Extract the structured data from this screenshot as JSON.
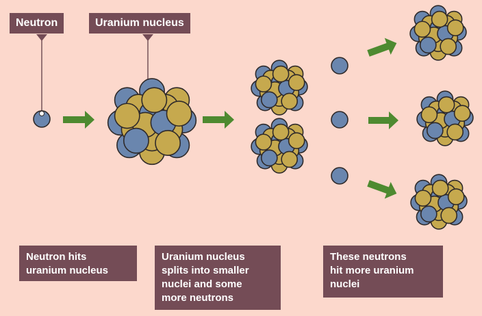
{
  "labels": {
    "neutron": "Neutron",
    "uranium_nucleus": "Uranium nucleus"
  },
  "captions": {
    "step1": [
      "Neutron hits",
      "uranium nucleus"
    ],
    "step2": [
      "Uranium nucleus",
      "splits into smaller",
      "nuclei and some",
      "more neutrons"
    ],
    "step3": [
      "These neutrons",
      "hit more uranium",
      "nuclei"
    ]
  },
  "colors": {
    "background": "#fcd8cc",
    "label_box": "#744c56",
    "neutron": "#6a86ae",
    "proton": "#c6a94e",
    "arrow": "#4e8a30",
    "outline": "#2f2a2a"
  }
}
